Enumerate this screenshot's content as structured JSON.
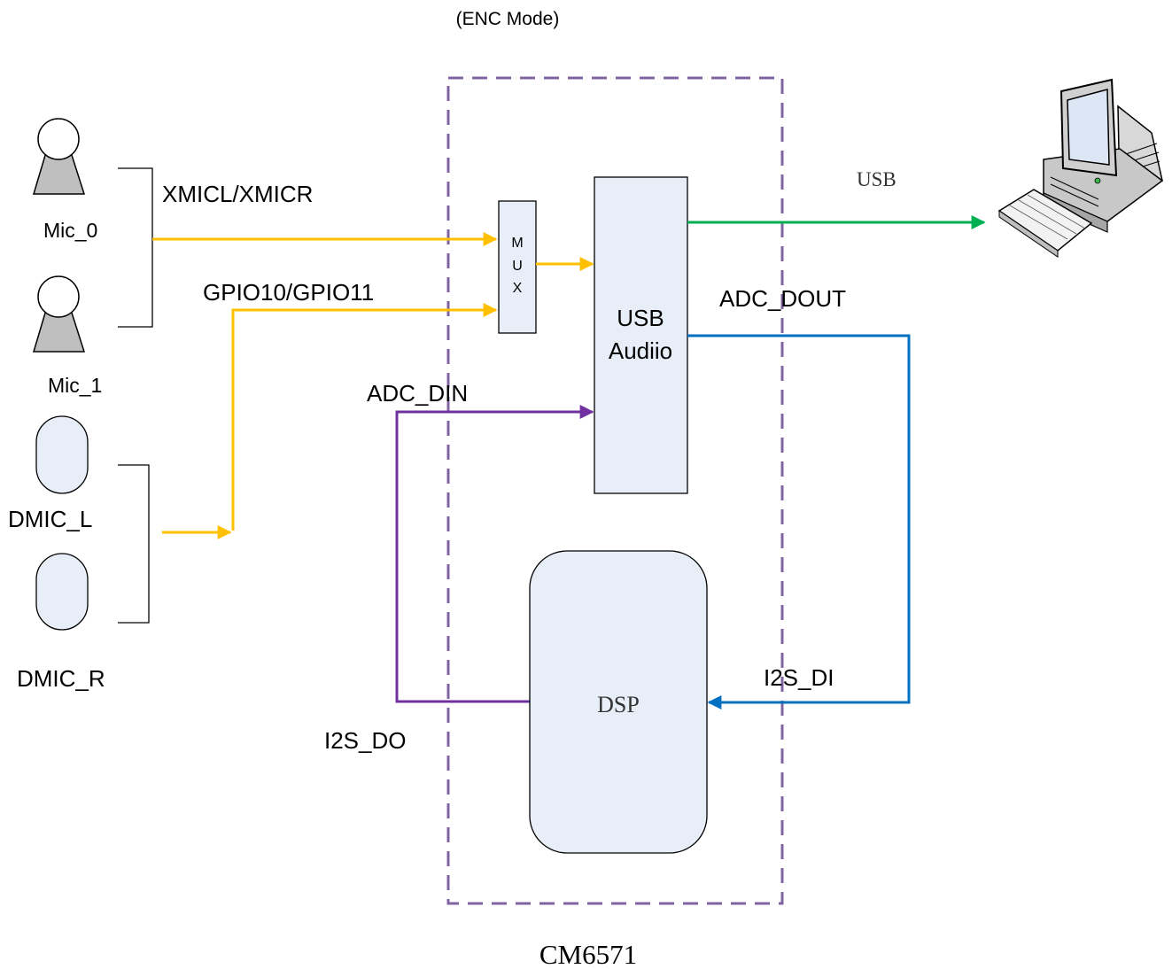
{
  "header": {
    "mode_label": "(ENC  Mode)"
  },
  "chip": {
    "name": "CM6571"
  },
  "blocks": {
    "mux_letters": [
      "M",
      "U",
      "X"
    ],
    "usb_audio": [
      "USB",
      "Audiio"
    ],
    "dsp": "DSP"
  },
  "inputs": {
    "mic_0": "Mic_0",
    "mic_1": "Mic_1",
    "dmic_l": "DMIC_L",
    "dmic_r": "DMIC_R"
  },
  "signals": {
    "xmic": "XMICL/XMICR",
    "gpio": "GPIO10/GPIO11",
    "usb": "USB",
    "adc_dout": "ADC_DOUT",
    "adc_din": "ADC_DIN",
    "i2s_di": "I2S_DI",
    "i2s_do": "I2S_DO"
  },
  "colors": {
    "analog_path": "#FFC000",
    "usb_path": "#00B050",
    "adc_dout_path": "#0070C0",
    "adc_din_path": "#7030A0",
    "chip_border": "#8064A2",
    "block_fill": "#E8EEF8"
  },
  "icons": {
    "host": "computer-icon"
  }
}
